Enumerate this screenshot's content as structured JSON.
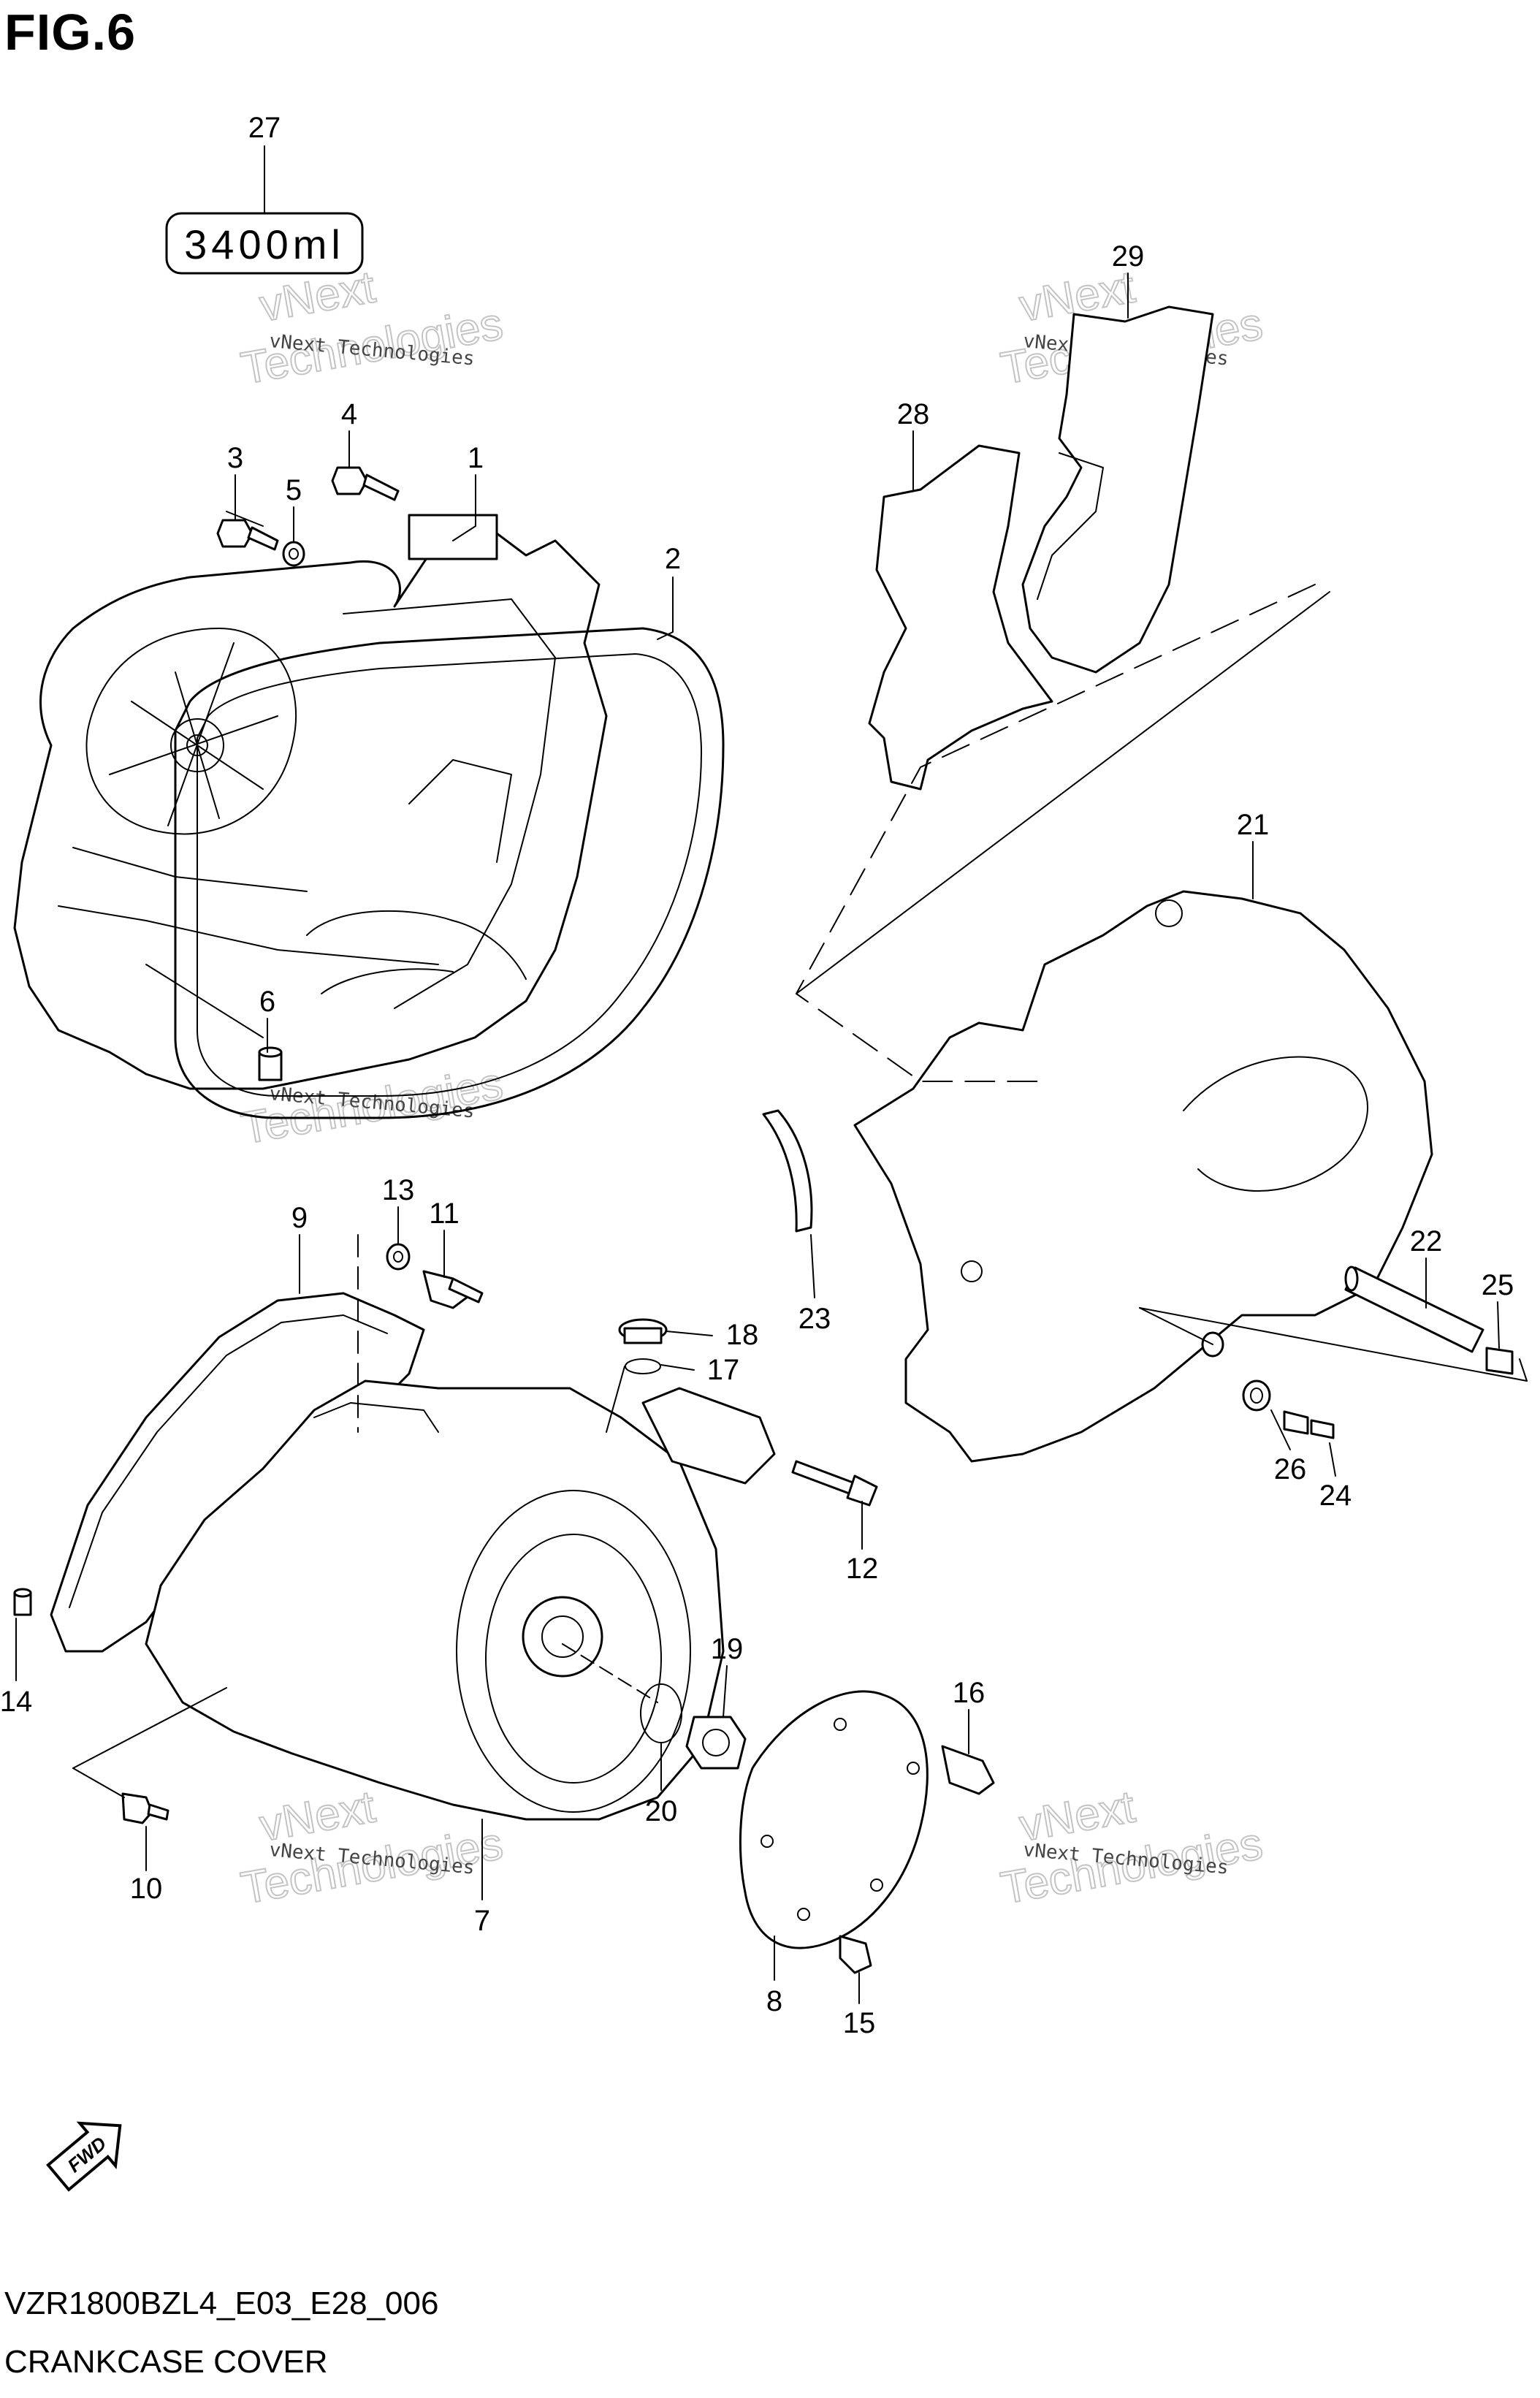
{
  "figure": {
    "title": "FIG.6",
    "code": "VZR1800BZL4_E03_E28_006",
    "name": "CRANKCASE COVER",
    "capacity_label": "3400ml",
    "fwd_label": "FWD"
  },
  "watermark": {
    "line1": "vNext Technologies",
    "line2": "vNext",
    "line3": "Technologies"
  },
  "callouts": [
    "1",
    "2",
    "3",
    "4",
    "5",
    "6",
    "7",
    "8",
    "9",
    "10",
    "11",
    "12",
    "13",
    "14",
    "15",
    "16",
    "17",
    "18",
    "19",
    "20",
    "21",
    "22",
    "23",
    "24",
    "25",
    "26",
    "27",
    "28",
    "29"
  ],
  "colors": {
    "ink": "#000000",
    "watermark": "#c4c4c4",
    "background": "#ffffff"
  }
}
